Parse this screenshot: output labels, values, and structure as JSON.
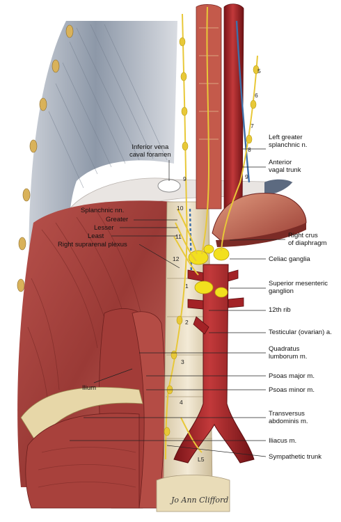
{
  "labels": {
    "inferior_vena_caval_foramen": "Inferior vena\ncaval foramen",
    "left_greater_splanchnic": "Left greater\nsplanchnic n.",
    "anterior_vagal_trunk": "Anterior\nvagal trunk",
    "splanchnic_nn": "Splanchnic nn.",
    "greater": "Greater",
    "lesser": "Lesser",
    "least": "Least",
    "right_suprarenal_plexus": "Right suprarenal plexus",
    "right_crus": "Right crus\nof diaphragm",
    "celiac_ganglia": "Celiac ganglia",
    "superior_mesenteric_ganglion": "Superior mesenteric\nganglion",
    "rib_12": "12th rib",
    "testicular_ovarian": "Testicular (ovarian) a.",
    "quadratus_lumborum": "Quadratus\nlumborum m.",
    "psoas_major": "Psoas major m.",
    "psoas_minor": "Psoas minor m.",
    "transversus_abdominis": "Transversus\nabdominis m.",
    "iliacus": "Iliacus m.",
    "sympathetic_trunk": "Sympathetic trunk",
    "ilium": "Ilium"
  },
  "vertebra_numbers": {
    "t5": "5",
    "t6": "6",
    "t7": "7",
    "t8": "8",
    "t9_left": "9",
    "t9_right": "9",
    "t10": "10",
    "t11": "11",
    "t12": "12",
    "l1": "1",
    "l2": "2",
    "l3": "3",
    "l4": "4",
    "l5": "L5"
  },
  "signature": "Jo Ann Clifford",
  "colors": {
    "muscle": "#a8423f",
    "muscle_dark": "#7a2624",
    "artery": "#9e1f22",
    "nerve": "#e8c838",
    "ganglion": "#f2e01e",
    "vein": "#3d6fa8",
    "diaphragm_gray": "#9aa5b3",
    "bone": "#e7dcc2"
  }
}
